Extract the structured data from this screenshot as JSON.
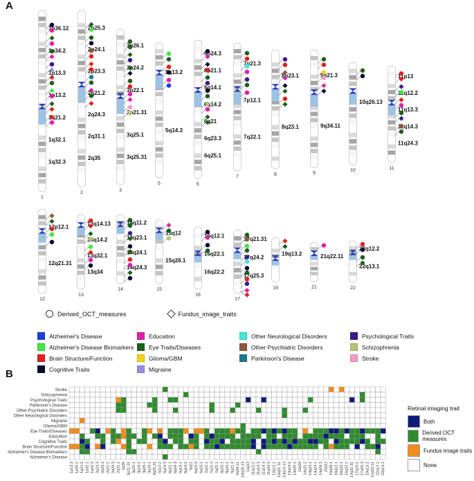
{
  "panel_labels": {
    "a": "A",
    "b": "B"
  },
  "colors": {
    "alzheimers_disease": "#1a3fd6",
    "alzheimers_biomarkers": "#3ee83e",
    "brain_structure": "#e0201c",
    "cognitive_traits": "#0b0b2e",
    "education": "#e21fa8",
    "eye_traits": "#1e5e1e",
    "glioma": "#f2d21a",
    "migraine": "#9a8ce6",
    "other_neuro": "#3ee8d6",
    "other_psych": "#8a5a3c",
    "parkinsons": "#1a7a8a",
    "psychological": "#3a1a8a",
    "schizophrenia": "#b8c27a",
    "stroke": "#f29cc8",
    "both": "#0d1a7a",
    "derived_oct": "#2e8b2e",
    "fundus": "#f28c1a",
    "none": "#ffffff",
    "centromere": "#2a3fb8",
    "heterochromatin": "#9cc2e6"
  },
  "shape_legend": {
    "circle": "Derived_OCT_measures",
    "diamond": "Fundus_image_traits"
  },
  "color_legend": [
    {
      "label": "Alzheimer's Disease",
      "color_key": "alzheimers_disease"
    },
    {
      "label": "Education",
      "color_key": "education"
    },
    {
      "label": "Other Neurological Disorders",
      "color_key": "other_neuro"
    },
    {
      "label": "Psychological Traits",
      "color_key": "psychological"
    },
    {
      "label": "Alzheimer's Disease Biomarkers",
      "color_key": "alzheimers_biomarkers"
    },
    {
      "label": "Eye Traits/Diseases",
      "color_key": "eye_traits"
    },
    {
      "label": "Other Psychiatric Disorders",
      "color_key": "other_psych"
    },
    {
      "label": "Schizophrenia",
      "color_key": "schizophrenia"
    },
    {
      "label": "Brain Structure/Function",
      "color_key": "brain_structure"
    },
    {
      "label": "Glioma/GBM",
      "color_key": "glioma"
    },
    {
      "label": "Parkinson's Disease",
      "color_key": "parkinsons"
    },
    {
      "label": "Stroke",
      "color_key": "stroke"
    },
    {
      "label": "Cognitive Traits",
      "color_key": "cognitive_traits"
    },
    {
      "label": "Migraine",
      "color_key": "migraine"
    }
  ],
  "chromosomes": [
    {
      "name": "1",
      "bands": [
        "1p36.12",
        "1p34.2",
        "1p13.3",
        "1p13.2",
        "1q21.2",
        "1q32.1",
        "1q32.3"
      ],
      "markers": [
        [
          "circle",
          "cognitive_traits"
        ],
        [
          "circle",
          "education"
        ],
        [
          "diamond",
          "eye_traits"
        ],
        [
          "circle",
          "education"
        ],
        [
          "circle",
          "eye_traits"
        ],
        [
          "diamond",
          "education"
        ],
        [
          "circle",
          "psychological"
        ],
        [
          "diamond",
          "migraine"
        ],
        [
          "diamond",
          "brain_structure"
        ],
        [
          "circle",
          "eye_traits"
        ],
        [
          "diamond",
          "alzheimers_biomarkers"
        ],
        [
          "circle",
          "education"
        ],
        [
          "diamond",
          "eye_traits"
        ],
        [
          "diamond",
          "brain_structure"
        ],
        [
          "diamond",
          "brain_structure"
        ],
        [
          "circle",
          "education"
        ]
      ]
    },
    {
      "name": "2",
      "bands": [
        "2p25.3",
        "2p24.1",
        "2p23.3",
        "2q21.2",
        "2q24.3",
        "2q31.1",
        "2q35"
      ],
      "markers": [
        [
          "diamond",
          "eye_traits"
        ],
        [
          "diamond",
          "alzheimers_biomarkers"
        ],
        [
          "circle",
          "eye_traits"
        ],
        [
          "circle",
          "cognitive_traits"
        ],
        [
          "circle",
          "other_psych"
        ],
        [
          "circle",
          "brain_structure"
        ],
        [
          "diamond",
          "brain_structure"
        ],
        [
          "circle",
          "brain_structure"
        ],
        [
          "circle",
          "parkinsons"
        ],
        [
          "circle",
          "eye_traits"
        ],
        [
          "diamond",
          "education"
        ],
        [
          "circle",
          "eye_traits"
        ],
        [
          "diamond",
          "brain_structure"
        ]
      ]
    },
    {
      "name": "3",
      "bands": [
        "3p26.1",
        "3p24.2",
        "3p22.1",
        "3p21.31",
        "3q25.1",
        "3q25.31"
      ],
      "markers": [
        [
          "circle",
          "eye_traits"
        ],
        [
          "circle",
          "eye_traits"
        ],
        [
          "diamond",
          "eye_traits"
        ],
        [
          "circle",
          "psychological"
        ],
        [
          "diamond",
          "eye_traits"
        ],
        [
          "diamond",
          "cognitive_traits"
        ],
        [
          "circle",
          "eye_traits"
        ],
        [
          "circle",
          "brain_structure"
        ],
        [
          "circle",
          "education"
        ],
        [
          "diamond",
          "education"
        ],
        [
          "circle",
          "stroke"
        ],
        [
          "circle",
          "schizophrenia"
        ]
      ]
    },
    {
      "name": "5",
      "bands": [
        "5q13.2",
        "5q14.3"
      ],
      "markers": [
        [
          "circle",
          "alzheimers_biomarkers"
        ],
        [
          "circle",
          "eye_traits"
        ],
        [
          "circle",
          "brain_structure"
        ],
        [
          "circle",
          "cognitive_traits"
        ],
        [
          "circle",
          "education"
        ],
        [
          "circle",
          "alzheimers_disease"
        ]
      ]
    },
    {
      "name": "6",
      "bands": [
        "6p24.3",
        "6p21.1",
        "6q14.1",
        "6q14.2",
        "6q21",
        "6q23.3",
        "6q25.1"
      ],
      "markers": [
        [
          "circle",
          "cognitive_traits"
        ],
        [
          "diamond",
          "education"
        ],
        [
          "diamond",
          "cognitive_traits"
        ],
        [
          "circle",
          "brain_structure"
        ],
        [
          "circle",
          "eye_traits"
        ],
        [
          "circle",
          "psychological"
        ],
        [
          "circle",
          "cognitive_traits"
        ],
        [
          "circle",
          "eye_traits"
        ],
        [
          "circle",
          "schizophrenia"
        ],
        [
          "circle",
          "education"
        ],
        [
          "diamond",
          "eye_traits"
        ],
        [
          "diamond",
          "eye_traits"
        ]
      ]
    },
    {
      "name": "7",
      "bands": [
        "7p21.3",
        "7p12.1",
        "7q22.1"
      ],
      "markers": [
        [
          "circle",
          "eye_traits"
        ],
        [
          "circle",
          "brain_structure"
        ],
        [
          "circle",
          "other_neuro"
        ],
        [
          "circle",
          "education"
        ],
        [
          "circle",
          "psychological"
        ],
        [
          "circle",
          "eye_traits"
        ],
        [
          "circle",
          "education"
        ]
      ]
    },
    {
      "name": "8",
      "bands": [
        "8p23.1",
        "8q23.1"
      ],
      "markers": [
        [
          "circle",
          "psychological"
        ],
        [
          "circle",
          "brain_structure"
        ],
        [
          "diamond",
          "other_psych"
        ],
        [
          "diamond",
          "education"
        ],
        [
          "diamond",
          "cognitive_traits"
        ],
        [
          "diamond",
          "eye_traits"
        ],
        [
          "circle",
          "brain_structure"
        ],
        [
          "diamond",
          "eye_traits"
        ]
      ]
    },
    {
      "name": "9",
      "bands": [
        "9p21.3",
        "9q34.11"
      ],
      "markers": [
        [
          "circle",
          "eye_traits"
        ],
        [
          "circle",
          "brain_structure"
        ],
        [
          "circle",
          "glioma"
        ],
        [
          "circle",
          "stroke"
        ],
        [
          "diamond",
          "education"
        ],
        [
          "diamond",
          "cognitive_traits"
        ]
      ]
    },
    {
      "name": "10",
      "bands": [
        "10q26.13"
      ],
      "markers": [
        [
          "circle",
          "eye_traits"
        ],
        [
          "circle",
          "cognitive_traits"
        ]
      ]
    },
    {
      "name": "11",
      "bands": [
        "11p13",
        "11q12.2",
        "11q13.3",
        "11q14.3",
        "11q24.3"
      ],
      "markers": [
        [
          "circle",
          "brain_structure"
        ],
        [
          "diamond",
          "brain_structure"
        ],
        [
          "diamond",
          "psychological"
        ],
        [
          "circle",
          "alzheimers_biomarkers"
        ],
        [
          "diamond",
          "brain_structure"
        ],
        [
          "circle",
          "education"
        ],
        [
          "circle",
          "eye_traits"
        ],
        [
          "diamond",
          "psychological"
        ],
        [
          "circle",
          "other_psych"
        ],
        [
          "circle",
          "eye_traits"
        ]
      ]
    },
    {
      "name": "12",
      "bands": [
        "12p12.1",
        "12q21.31"
      ],
      "markers": [
        [
          "diamond",
          "other_psych"
        ],
        [
          "diamond",
          "eye_traits"
        ],
        [
          "circle",
          "brain_structure"
        ],
        [
          "circle",
          "alzheimers_biomarkers"
        ],
        [
          "circle",
          "cognitive_traits"
        ]
      ]
    },
    {
      "name": "13",
      "bands": [
        "13q14.13",
        "13q14.2",
        "13q32.1",
        "13q34"
      ],
      "markers": [
        [
          "circle",
          "brain_structure"
        ],
        [
          "diamond",
          "brain_structure"
        ],
        [
          "diamond",
          "eye_traits"
        ],
        [
          "circle",
          "schizophrenia"
        ],
        [
          "circle",
          "alzheimers_biomarkers"
        ],
        [
          "diamond",
          "brain_structure"
        ],
        [
          "circle",
          "education"
        ],
        [
          "circle",
          "cognitive_traits"
        ]
      ]
    },
    {
      "name": "14",
      "bands": [
        "14q11.2",
        "14q23.1",
        "14q24.1",
        "14q24.3"
      ],
      "markers": [
        [
          "circle",
          "eye_traits"
        ],
        [
          "circle",
          "eye_traits"
        ],
        [
          "circle",
          "psychological"
        ],
        [
          "diamond",
          "eye_traits"
        ],
        [
          "circle",
          "cognitive_traits"
        ],
        [
          "circle",
          "eye_traits"
        ],
        [
          "circle",
          "brain_structure"
        ],
        [
          "circle",
          "education"
        ],
        [
          "diamond",
          "eye_traits"
        ],
        [
          "circle",
          "cognitive_traits"
        ]
      ]
    },
    {
      "name": "15",
      "bands": [
        "15q12",
        "15q26.1"
      ],
      "markers": [
        [
          "diamond",
          "education"
        ],
        [
          "circle",
          "eye_traits"
        ],
        [
          "circle",
          "schizophrenia"
        ]
      ]
    },
    {
      "name": "16",
      "bands": [
        "16q12.1",
        "16q22.1",
        "16q22.2"
      ],
      "markers": [
        [
          "circle",
          "cognitive_traits"
        ],
        [
          "circle",
          "education"
        ],
        [
          "circle",
          "cognitive_traits"
        ],
        [
          "circle",
          "eye_traits"
        ]
      ]
    },
    {
      "name": "17",
      "bands": [
        "17q21.31",
        "17q24.2",
        "17q25.3"
      ],
      "markers": [
        [
          "circle",
          "eye_traits"
        ],
        [
          "circle",
          "other_psych"
        ],
        [
          "circle",
          "alzheimers_biomarkers"
        ],
        [
          "circle",
          "eye_traits"
        ],
        [
          "circle",
          "psychological"
        ],
        [
          "circle",
          "other_neuro"
        ],
        [
          "circle",
          "cognitive_traits"
        ],
        [
          "circle",
          "eye_traits"
        ],
        [
          "circle",
          "brain_structure"
        ],
        [
          "circle",
          "psychological"
        ],
        [
          "diamond",
          "education"
        ],
        [
          "diamond",
          "brain_structure"
        ]
      ]
    },
    {
      "name": "19",
      "bands": [
        "19q13.2"
      ],
      "markers": [
        [
          "diamond",
          "brain_structure"
        ],
        [
          "diamond",
          "eye_traits"
        ]
      ]
    },
    {
      "name": "21",
      "bands": [
        "21q22.11"
      ],
      "markers": [
        [
          "circle",
          "education"
        ]
      ]
    },
    {
      "name": "22",
      "bands": [
        "22q12.2",
        "22q13.1"
      ],
      "markers": [
        [
          "circle",
          "brain_structure"
        ],
        [
          "circle",
          "cognitive_traits"
        ],
        [
          "circle",
          "eye_traits"
        ],
        [
          "diamond",
          "eye_traits"
        ]
      ]
    }
  ],
  "chart_data": {
    "type": "heatmap",
    "rows": [
      "Stroke",
      "Schizophrenia",
      "Psychological Traits",
      "Parkinson's Disease",
      "Other Psychiatric Disorders",
      "Other Neurological Disorders",
      "Migraine",
      "Glioma/GBM",
      "Eye Traits/Diseases",
      "Education",
      "Cognitive Traits",
      "Brain Structure/Function",
      "Alzheimer's Disease Biomarkers",
      "Alzheimer's Disease"
    ],
    "columns": [
      "1p13.3",
      "1p34.2",
      "1q21.2",
      "1q32.1",
      "1q32.3",
      "2p23.3",
      "2p25.3",
      "2q21.2",
      "2q24.3",
      "2q31.1",
      "2q35",
      "3p21.31",
      "3p22.1",
      "3p24.2",
      "3p26.1",
      "3q25.1",
      "3q25.31",
      "5q13.2",
      "5q14.3",
      "6p21.1",
      "6p24.3",
      "6q14.1",
      "6q14.2",
      "6q21",
      "6q23.3",
      "6q25.1",
      "7p12.1",
      "7p21.3",
      "7q22.1",
      "8p23.1",
      "8q23.1",
      "9p21.3",
      "9q34.11",
      "10q26.13",
      "11p13",
      "11q12.2",
      "11q13.3",
      "11q14.3",
      "11q24.3",
      "12p12.1",
      "12q21.31",
      "13q14.13",
      "13q14.2",
      "13q32.1",
      "13q34",
      "14q11.2",
      "14q23.1",
      "14q24.1",
      "14q24.3",
      "15q12",
      "15q26.1",
      "16q12.1",
      "16q22.1",
      "16q22.2",
      "17q21.31",
      "17q24.2",
      "17q25.3",
      "19q13.2",
      "21q22.11",
      "22q12.2",
      "22q13.1"
    ],
    "legend_title": "Retinal imaging trait",
    "legend": [
      {
        "label": "Both",
        "code": 3
      },
      {
        "label": "Derived OCT measures",
        "code": 1
      },
      {
        "label": "Fundus image traits",
        "code": 2
      },
      {
        "label": "None",
        "code": 0
      }
    ],
    "cells": [
      "0000000000000000001000000000000000000000000000000020200000000000",
      "0000000000000000000000100000000000000000000000000000000010000000",
      "0000000002100000100110000000000000300300000000100000003010000000",
      "0000000001100001100000000001000010000000000000000000000000000000",
      "0000000001100000100010000001000100001000010001000000000000000000",
      "0000000000000000000000000000000000000000010000000000000000000000",
      "0020000000000000000000000000000000000000000000000000000000000000",
      "0000000000000000000000000000000001000000000000000000000000000000",
      "2200130210210012020111202210111211011313131102011133131131113311",
      "0010011011211010130111031013111101111011011101111311101110010100",
      "0031001012010110013011011031130111130313131311331103111131011311",
      "2213023000210002011101121011311111130311113111110121110301130311",
      "0011000000011000000000000000000000001000000000000000000000010000",
      "0000000000000000001000000000000000000000000000000000000000000000"
    ]
  }
}
